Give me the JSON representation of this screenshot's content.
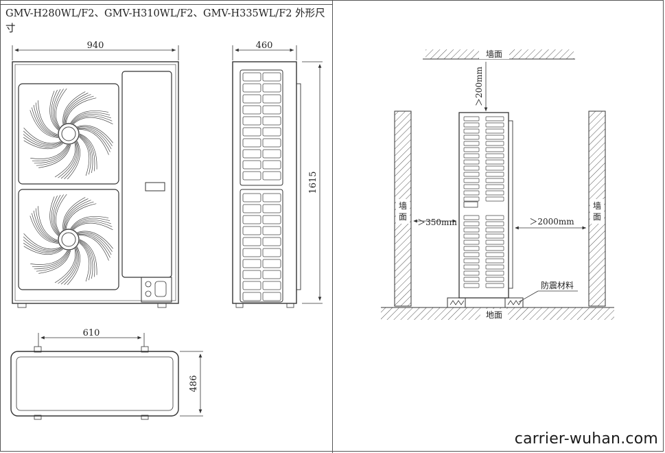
{
  "title": "GMV-H280WL/F2、GMV-H310WL/F2、GMV-H335WL/F2 外形尺寸",
  "dimensions": {
    "front_width": "940",
    "side_depth": "460",
    "height": "1615",
    "bottom_width": "610",
    "bottom_depth": "486"
  },
  "installation": {
    "top_wall": "墙面",
    "top_clearance": "＞200mm",
    "left_wall_line1": "墙",
    "left_wall_line2": "面",
    "right_wall_line1": "墙",
    "right_wall_line2": "面",
    "left_clearance": "＞350mm",
    "right_clearance": "＞2000mm",
    "damping_material": "防震材料",
    "ground": "地面"
  },
  "watermark": "carrier-wuhan.com",
  "colors": {
    "line": "#333333",
    "hatch": "#555555"
  }
}
